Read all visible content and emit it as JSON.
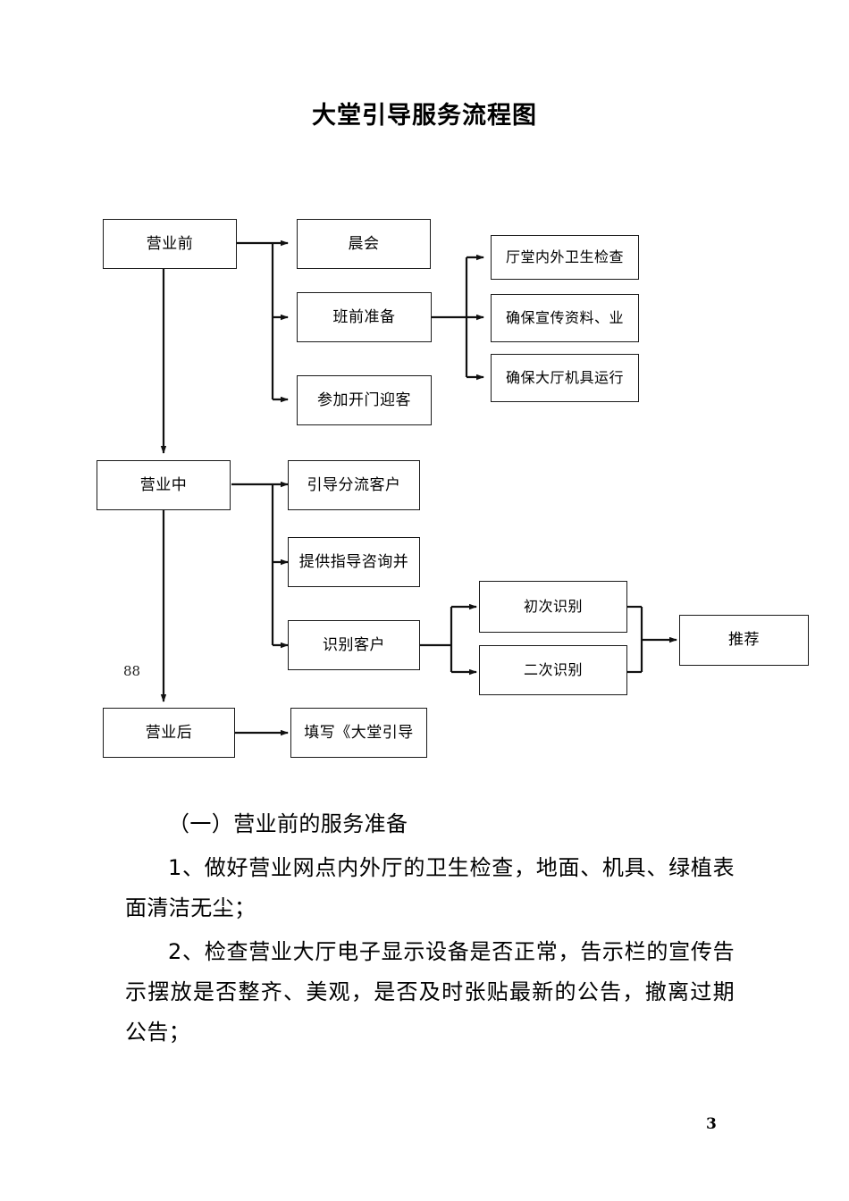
{
  "document": {
    "title": "大堂引导服务流程图",
    "page_number": "3",
    "annotation": "88"
  },
  "flowchart": {
    "type": "flowchart",
    "nodes": {
      "pre_open": "营业前",
      "morning_meeting": "晨会",
      "shift_prep": "班前准备",
      "greeting": "参加开门迎客",
      "hall_hygiene_check": "厅堂内外卫生检查",
      "ensure_materials": "确保宣传资料、业",
      "ensure_machines": "确保大厅机具运行",
      "in_business": "营业中",
      "guide_divert": "引导分流客户",
      "provide_guidance": "提供指导咨询并",
      "identify_customer": "识别客户",
      "first_identification": "初次识别",
      "second_identification": "二次识别",
      "recommend": "推荐",
      "post_business": "营业后",
      "fill_form": "填写《大堂引导"
    },
    "edges": [
      {
        "from": "pre_open",
        "to": "morning_meeting"
      },
      {
        "from": "pre_open",
        "to": "shift_prep"
      },
      {
        "from": "pre_open",
        "to": "greeting"
      },
      {
        "from": "shift_prep",
        "to": "hall_hygiene_check"
      },
      {
        "from": "shift_prep",
        "to": "ensure_materials"
      },
      {
        "from": "shift_prep",
        "to": "ensure_machines"
      },
      {
        "from": "pre_open",
        "to": "in_business"
      },
      {
        "from": "in_business",
        "to": "guide_divert"
      },
      {
        "from": "in_business",
        "to": "provide_guidance"
      },
      {
        "from": "in_business",
        "to": "identify_customer"
      },
      {
        "from": "identify_customer",
        "to": "first_identification"
      },
      {
        "from": "identify_customer",
        "to": "second_identification"
      },
      {
        "from": "first_identification",
        "to": "recommend"
      },
      {
        "from": "second_identification",
        "to": "recommend"
      },
      {
        "from": "in_business",
        "to": "post_business"
      },
      {
        "from": "post_business",
        "to": "fill_form"
      }
    ]
  },
  "body": {
    "heading": "（一）营业前的服务准备",
    "paragraphs": [
      "1、做好营业网点内外厅的卫生检查，地面、机具、绿植表面清洁无尘；",
      "2、检查营业大厅电子显示设备是否正常，告示栏的宣传告示摆放是否整齐、美观，是否及时张贴最新的公告，撤离过期公告；"
    ]
  }
}
